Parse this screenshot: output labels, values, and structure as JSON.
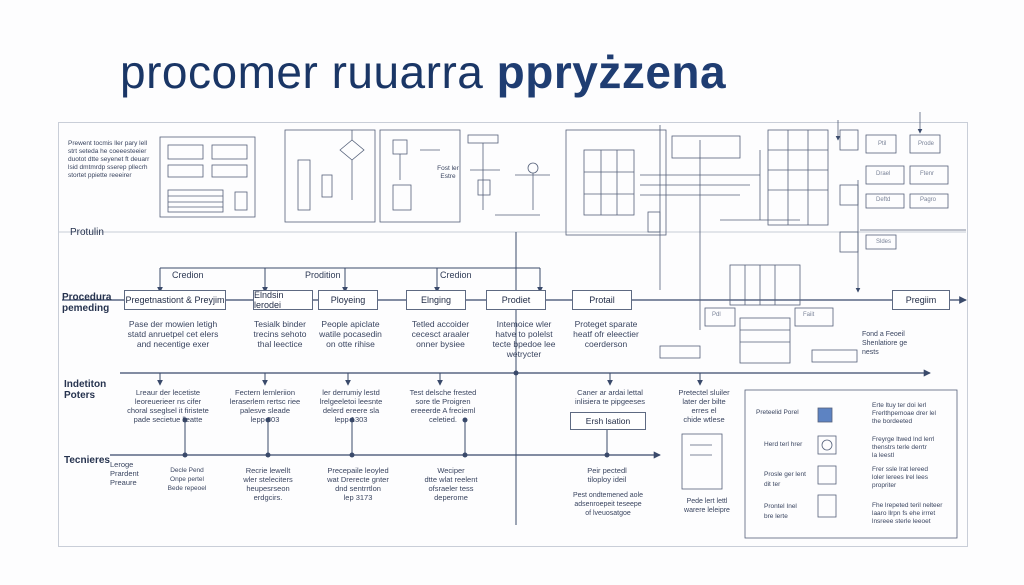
{
  "title": {
    "part1": "procomer ruuarra",
    "part2": "pprуżzena"
  },
  "side_labels": {
    "top": "Protulin",
    "procedure": "Procedura\npemeding",
    "indication": "Indetiton\nPoters",
    "techniques": "Tecnieres"
  },
  "mid_labels": {
    "a": "Credion",
    "b": "Prodition",
    "c": "Credion"
  },
  "steps": [
    {
      "label": "Pregetnastiont & Preyjim",
      "desc": "Pase der mowien letigh\nstatd anruetpel cet elers\nand necentige exer"
    },
    {
      "label": "Elndsin lerodei",
      "desc": "Tesialk binder\ntrecins sehoto\nthal leectice"
    },
    {
      "label": "Ployeing",
      "desc": "People apiclate\nwatile pocasedin\non otte rihise"
    },
    {
      "label": "Elnging",
      "desc": "Tetled accoider\ncecesct araaler\nonner bysiee"
    },
    {
      "label": "Prodiet",
      "desc": "Intemoice wler\nhatve to polelst\ntecte bpedoe lee\nwetrycter"
    },
    {
      "label": "Protail",
      "desc": "Proteget sparate\nheatf ofr eleectier\ncoerderson"
    },
    {
      "label": "Pregiim",
      "desc": "Fond a Feoeil\nShenlatiore ge\nnests"
    }
  ],
  "indications": [
    "Lreaur der lecetiste\nleoreuerieer ns cifer\nchoral sseglsel it firistete\npade secietue lleatte",
    "Fectern lernleriion\nleraserlem rertsc riee\npalesve sleade\nlepp 303",
    "ler derrumiy lestd\nlrelgeeletoi leesnte\ndelerd ereere sla\nlepp 1303",
    "Test delsche frested\nsore tle Proigren\nereeerde A frecieml\nceletied.",
    "Caner ar ardai lettal\ninlisiera te pipgeeses",
    "Pretectel sluiler\nlater der bilte\nerres el\nchide wtlese"
  ],
  "ind_box": "Ersh lsation",
  "techniques": [
    "Leroge\nPrardent\nPreaure",
    "Decle Pend\nOnpe pertel\nBede repeoel",
    "Recrie lewellt\nwler steleciters\nheupesrseon\nerdgcirs.",
    "Precepaile leoyled\nwat Drerecte gnter\ndnd sentrrtlon\nlep 3173",
    "Weciper\ndtte wlat reelent\nofsraeler tess\ndeperome",
    "Peir pectedl\ntiloploy ideil",
    "Pest ondtemened aole\nadsenroepeit teseepe\nof lveuosatgoe",
    "Pede lert lettl\nwarere leleipre"
  ],
  "legend": [
    {
      "t": "Preteelid Porel",
      "d": "Erte ltuy ter doi lerl\nFrerlthpemoae drer lel\nthe bordeeted"
    },
    {
      "t": "Herd terl hrer",
      "d": "Freyrge ltwed lnd lerrl\nthenstrs terle derrtr\nla leestl"
    },
    {
      "t": "Prosle ger lent\ndit ter",
      "d": "Frer ssle lrat lereed\nloler lerees lrel lees\npropriter"
    },
    {
      "t": "Prontel Inel\nbre lerte",
      "d": "Fhe lrepeted teril nelteer\nlaaro llrpn fs ehe irrret\nlnsreee sterle leeoet"
    }
  ],
  "top_notes": [
    "Prewent tocmis ller pary lell\nstrt seteda he coeeesteeier\nduotot dtte seyenet ft deuarr\nlsid dmtmrdp sserep pllecrh\nstortet ppiette reeeirer",
    "Fost ler\nEstre"
  ],
  "right_tags": [
    "Ptil",
    "Prode",
    "Drael",
    "Ftenr",
    "Deftd",
    "Pagro",
    "Sldes",
    "Pdl",
    "Faiit"
  ]
}
